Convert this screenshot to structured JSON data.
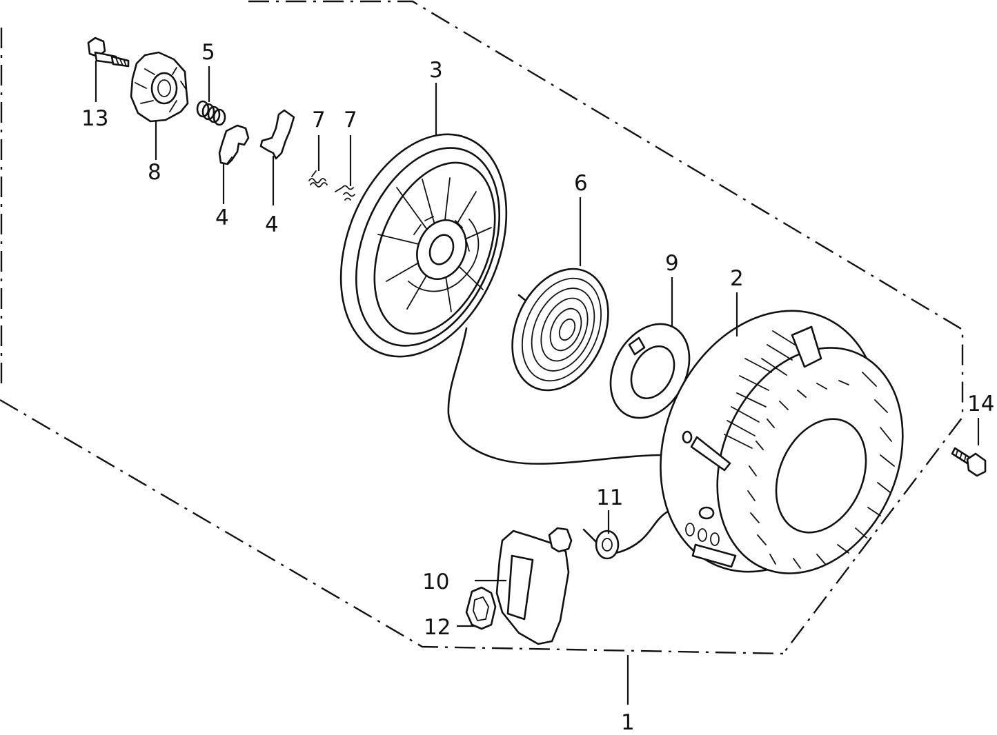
{
  "diagram": {
    "kind": "exploded-parts-diagram",
    "callouts": [
      {
        "id": "13",
        "text": "13"
      },
      {
        "id": "5",
        "text": "5"
      },
      {
        "id": "8",
        "text": "8"
      },
      {
        "id": "4a",
        "text": "4"
      },
      {
        "id": "4b",
        "text": "4"
      },
      {
        "id": "7a",
        "text": "7"
      },
      {
        "id": "7b",
        "text": "7"
      },
      {
        "id": "3",
        "text": "3"
      },
      {
        "id": "6",
        "text": "6"
      },
      {
        "id": "9",
        "text": "9"
      },
      {
        "id": "2",
        "text": "2"
      },
      {
        "id": "14",
        "text": "14"
      },
      {
        "id": "11",
        "text": "11"
      },
      {
        "id": "10",
        "text": "10"
      },
      {
        "id": "12",
        "text": "12"
      },
      {
        "id": "1",
        "text": "1"
      }
    ]
  }
}
